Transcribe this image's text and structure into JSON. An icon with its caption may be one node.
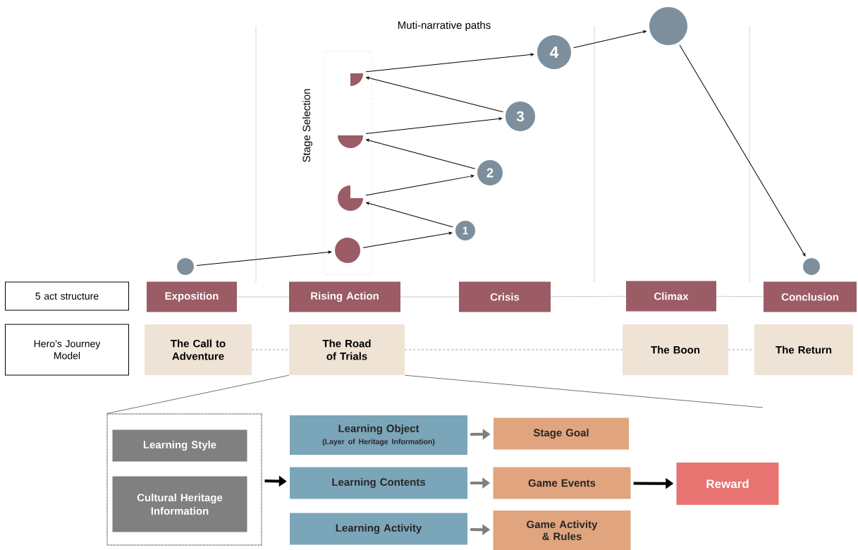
{
  "diagram": {
    "nodes": [
      {
        "text": [
          "5 act structure"
        ]
      },
      {
        "text": [
          "Exposition"
        ]
      },
      {
        "text": [
          "Rising Action"
        ]
      },
      {
        "text": [
          "Crisis"
        ]
      },
      {
        "text": [
          "Climax"
        ]
      },
      {
        "text": [
          "Conclusion"
        ]
      },
      {
        "text": [
          "Hero’s Journey Model"
        ]
      },
      {
        "text": [
          "The Call to Adventure"
        ]
      },
      {
        "text": [
          "The Road of Trials"
        ]
      },
      {
        "text": [
          "The Boon"
        ]
      },
      {
        "text": [
          "The Return"
        ]
      },
      {
        "text": [
          "Stage Selection"
        ]
      },
      {
        "text": [],
        "shape": "pie",
        "in": 11
      },
      {
        "text": [],
        "shape": "pie",
        "in": 11
      },
      {
        "text": [],
        "shape": "pie",
        "in": 11
      },
      {
        "text": [],
        "shape": "circle",
        "in": 11
      },
      {
        "text": [
          "1"
        ]
      },
      {
        "text": [
          "2"
        ]
      },
      {
        "text": [
          "3"
        ]
      },
      {
        "text": [
          "4"
        ]
      },
      {
        "text": [],
        "shape": "circle"
      },
      {
        "text": [],
        "shape": "circle"
      },
      {
        "text": [],
        "shape": "circle"
      },
      {
        "text": [],
        "shape": "box"
      },
      {
        "text": [
          "Learning Style"
        ],
        "in": 23
      },
      {
        "text": [
          "Cultural Heritage Information"
        ],
        "in": 23
      },
      {
        "text": [
          "Learning Object",
          "(Layer of Heritage Information)"
        ]
      },
      {
        "text": [
          "Learning Contents"
        ]
      },
      {
        "text": [
          "Learning Activity"
        ]
      },
      {
        "text": [
          "Stage Goal"
        ]
      },
      {
        "text": [
          "Game Events"
        ]
      },
      {
        "text": [
          "Game Activity & Rules"
        ]
      },
      {
        "text": [
          "Reward"
        ]
      }
    ],
    "edges": [
      {
        "from": 1,
        "to": 2,
        "arrow": "none",
        "color": "#cccccc"
      },
      {
        "from": 2,
        "to": 3,
        "arrow": "none",
        "color": "#cccccc"
      },
      {
        "from": 3,
        "to": 4,
        "arrow": "none",
        "color": "#cccccc"
      },
      {
        "from": 4,
        "to": 5,
        "arrow": "none",
        "color": "#cccccc"
      },
      {
        "from": 7,
        "to": 8,
        "arrow": "none",
        "style": "dashed",
        "color": "#888888"
      },
      {
        "from": 8,
        "to": 9,
        "arrow": "none",
        "style": "dashed",
        "color": "#888888"
      },
      {
        "from": 9,
        "to": 10,
        "arrow": "none",
        "style": "dashed",
        "color": "#888888"
      },
      {
        "from": 20,
        "to": 15,
        "arrow": "to"
      },
      {
        "from": 15,
        "to": 16,
        "arrow": "to"
      },
      {
        "from": 16,
        "to": 14,
        "arrow": "to"
      },
      {
        "from": 14,
        "to": 17,
        "arrow": "to"
      },
      {
        "from": 17,
        "to": 13,
        "arrow": "to"
      },
      {
        "from": 13,
        "to": 18,
        "arrow": "to"
      },
      {
        "from": 18,
        "to": 12,
        "arrow": "to"
      },
      {
        "from": 12,
        "to": 19,
        "arrow": "to"
      },
      {
        "from": 19,
        "to": 21,
        "arrow": "to"
      },
      {
        "from": 21,
        "to": 22,
        "arrow": "to"
      },
      {
        "from": 8,
        "to": 23,
        "arrow": "none",
        "color": "#333333"
      },
      {
        "from": 8,
        "to": null,
        "arrow": "none",
        "color": "#333333"
      },
      {
        "from": 23,
        "to": 27,
        "arrow": "to",
        "style": "thick"
      },
      {
        "from": 26,
        "to": 29,
        "arrow": "to",
        "style": "thick",
        "color": "#7f7f7f"
      },
      {
        "from": 27,
        "to": 30,
        "arrow": "to",
        "style": "thick",
        "color": "#7f7f7f"
      },
      {
        "from": 28,
        "to": 31,
        "arrow": "to",
        "style": "thick",
        "color": "#7f7f7f"
      },
      {
        "from": 30,
        "to": 32,
        "arrow": "to",
        "style": "thick"
      }
    ],
    "labels": [
      "Muti-narrative paths"
    ]
  }
}
